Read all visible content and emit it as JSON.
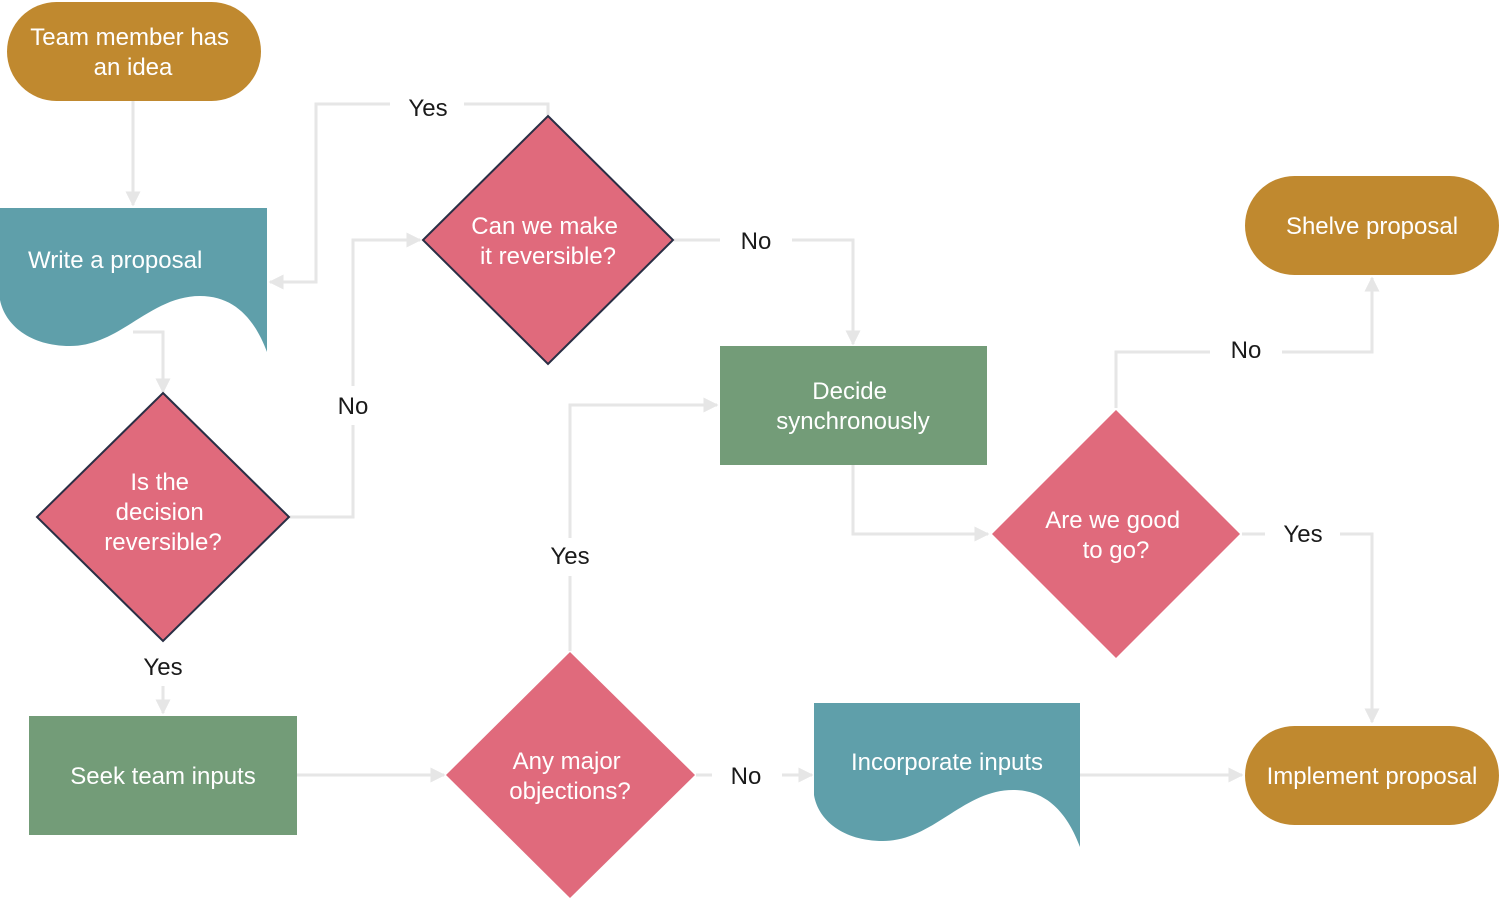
{
  "colors": {
    "terminal": "#c0892f",
    "process": "#739c78",
    "document": "#5f9faa",
    "decision": "#e06a7c",
    "decision_outline": "#2a2f45",
    "connector": "#e6e6e6"
  },
  "nodes": {
    "idea": {
      "lines": [
        "Team member has",
        "an idea"
      ],
      "shape": "terminal"
    },
    "write_proposal": {
      "lines": [
        "Write a proposal"
      ],
      "shape": "document"
    },
    "is_reversible": {
      "lines": [
        "Is the",
        "decision",
        "reversible?"
      ],
      "shape": "decision"
    },
    "can_make_reversible": {
      "lines": [
        "Can we make",
        "it reversible?"
      ],
      "shape": "decision"
    },
    "decide_sync": {
      "lines": [
        "Decide",
        "synchronously"
      ],
      "shape": "process"
    },
    "seek_inputs": {
      "lines": [
        "Seek team inputs"
      ],
      "shape": "process"
    },
    "major_objections": {
      "lines": [
        "Any major",
        "objections?"
      ],
      "shape": "decision"
    },
    "incorporate_inputs": {
      "lines": [
        "Incorporate inputs"
      ],
      "shape": "document"
    },
    "good_to_go": {
      "lines": [
        "Are we good",
        "to go?"
      ],
      "shape": "decision"
    },
    "shelve": {
      "lines": [
        "Shelve proposal"
      ],
      "shape": "terminal"
    },
    "implement": {
      "lines": [
        "Implement proposal"
      ],
      "shape": "terminal"
    }
  },
  "edge_labels": {
    "can_yes": "Yes",
    "can_no": "No",
    "is_no": "No",
    "is_yes": "Yes",
    "objections_yes": "Yes",
    "objections_no": "No",
    "good_no": "No",
    "good_yes": "Yes"
  }
}
